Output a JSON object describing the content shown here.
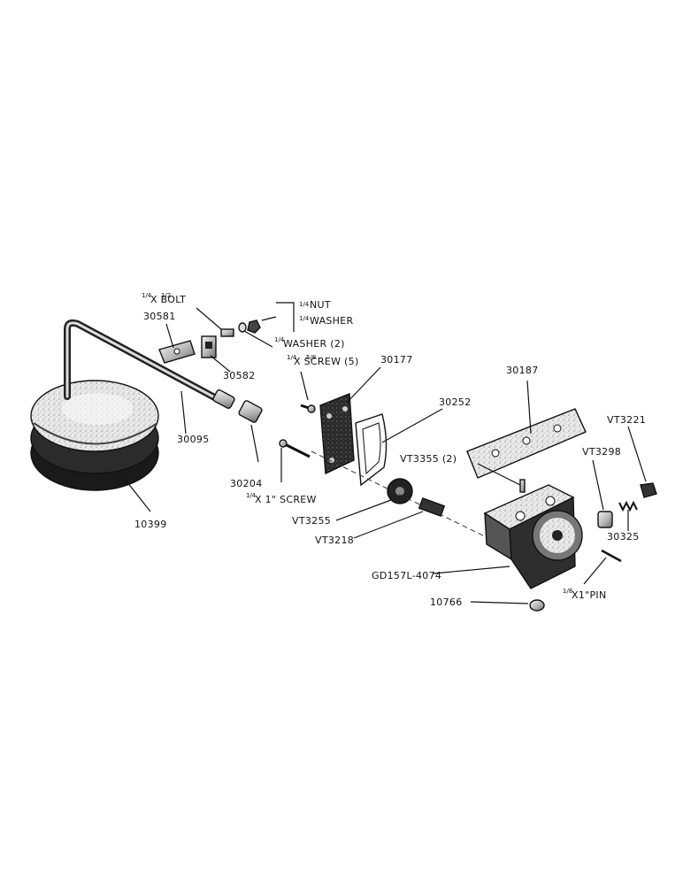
{
  "labels": {
    "bolt": "X     BOLT",
    "nut": "NUT",
    "washer": "WASHER",
    "washer2": "WASHER (2)",
    "screw5": "X     SCREW (5)",
    "p30581": "30581",
    "p30582": "30582",
    "p30095": "30095",
    "p30177": "30177",
    "p30187": "30187",
    "p30252": "30252",
    "p30204": "30204",
    "screw1": "X 1\" SCREW",
    "p10399": "10399",
    "vt3355": "VT3355 (2)",
    "vt3221": "VT3221",
    "vt3298": "VT3298",
    "vt3255": "VT3255",
    "vt3218": "VT3218",
    "p30325": "30325",
    "gd157l": "GD157L-4074",
    "p10766": "10766",
    "pin": "X1\"PIN"
  },
  "fractions": {
    "quarter": "1/4",
    "half": "1/2",
    "five_eighths": "5/8",
    "eighth": "1/8"
  }
}
